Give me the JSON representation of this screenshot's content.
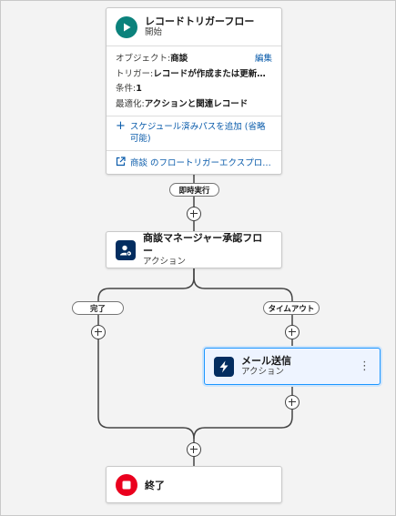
{
  "start": {
    "title": "レコードトリガーフロー",
    "subtitle": "開始",
    "object_label": "オブジェクト: ",
    "object_value": "商談",
    "edit_label": "編集",
    "trigger_label": "トリガー: ",
    "trigger_value": "レコードが作成または更新さ...",
    "condition_label": "条件: ",
    "condition_value": "1",
    "optimize_label": "最適化: ",
    "optimize_value": "アクションと関連レコード",
    "add_schedule": "スケジュール済みパスを追加 (省略可能)",
    "open_link": "商談 のフロートリガーエクスプロー..."
  },
  "path_pill": "即時実行",
  "approval": {
    "title": "商談マネージャー承認フロー",
    "subtitle": "アクション"
  },
  "branches": {
    "left": "完了",
    "right": "タイムアウト"
  },
  "email": {
    "title": "メール送信",
    "subtitle": "アクション",
    "menu_glyph": "⋮"
  },
  "end": {
    "title": "終了"
  },
  "colors": {
    "start_icon": "#0b827c",
    "navy_icon": "#032d60",
    "end_icon": "#ea001e",
    "link": "#0b5cab",
    "selected_border": "#1b96ff"
  }
}
